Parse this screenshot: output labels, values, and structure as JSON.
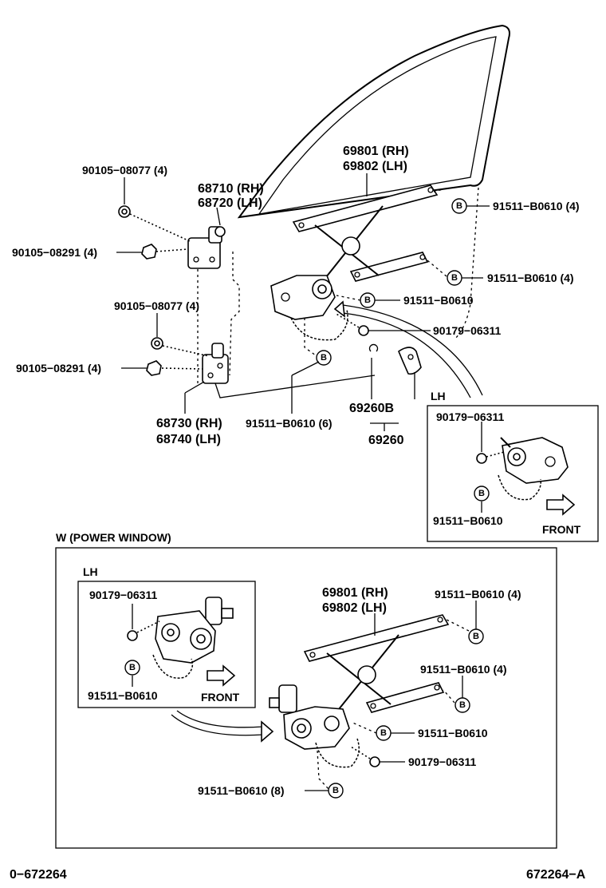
{
  "upper": {
    "bolt_top_1": "90105−08077 (4)",
    "bolt_top_2": "90105−08291 (4)",
    "bolt_mid_1": "90105−08077 (4)",
    "bolt_mid_2": "90105−08291 (4)",
    "hinge_upper_rh": "68710 (RH)",
    "hinge_upper_lh": "68720 (LH)",
    "hinge_lower_rh": "68730 (RH)",
    "hinge_lower_lh": "68740 (LH)",
    "regulator_rh": "69801 (RH)",
    "regulator_lh": "69802 (LH)",
    "bolt_reg_1": "91511−B0610 (4)",
    "bolt_reg_2": "91511−B0610 (4)",
    "bolt_reg_3": "91511−B0610",
    "nut_reg": "90179−06311",
    "bolt_reg_bottom": "91511−B0610 (6)",
    "handle_part": "69260B",
    "handle_assy": "69260",
    "bolt_letter": "B"
  },
  "lh_inset_upper": {
    "title": "LH",
    "nut": "90179−06311",
    "bolt": "91511−B0610",
    "front": "FRONT"
  },
  "power_window": {
    "title": "W (POWER WINDOW)",
    "inset_title": "LH",
    "inset_nut": "90179−06311",
    "inset_bolt": "91511−B0610",
    "inset_front": "FRONT",
    "regulator_rh": "69801 (RH)",
    "regulator_lh": "69802 (LH)",
    "bolt_1": "91511−B0610 (4)",
    "bolt_2": "91511−B0610 (4)",
    "bolt_3": "91511−B0610",
    "nut": "90179−06311",
    "bolt_bottom": "91511−B0610 (8)"
  },
  "footer": {
    "left_code": "0−672264",
    "right_code": "672264−A"
  }
}
